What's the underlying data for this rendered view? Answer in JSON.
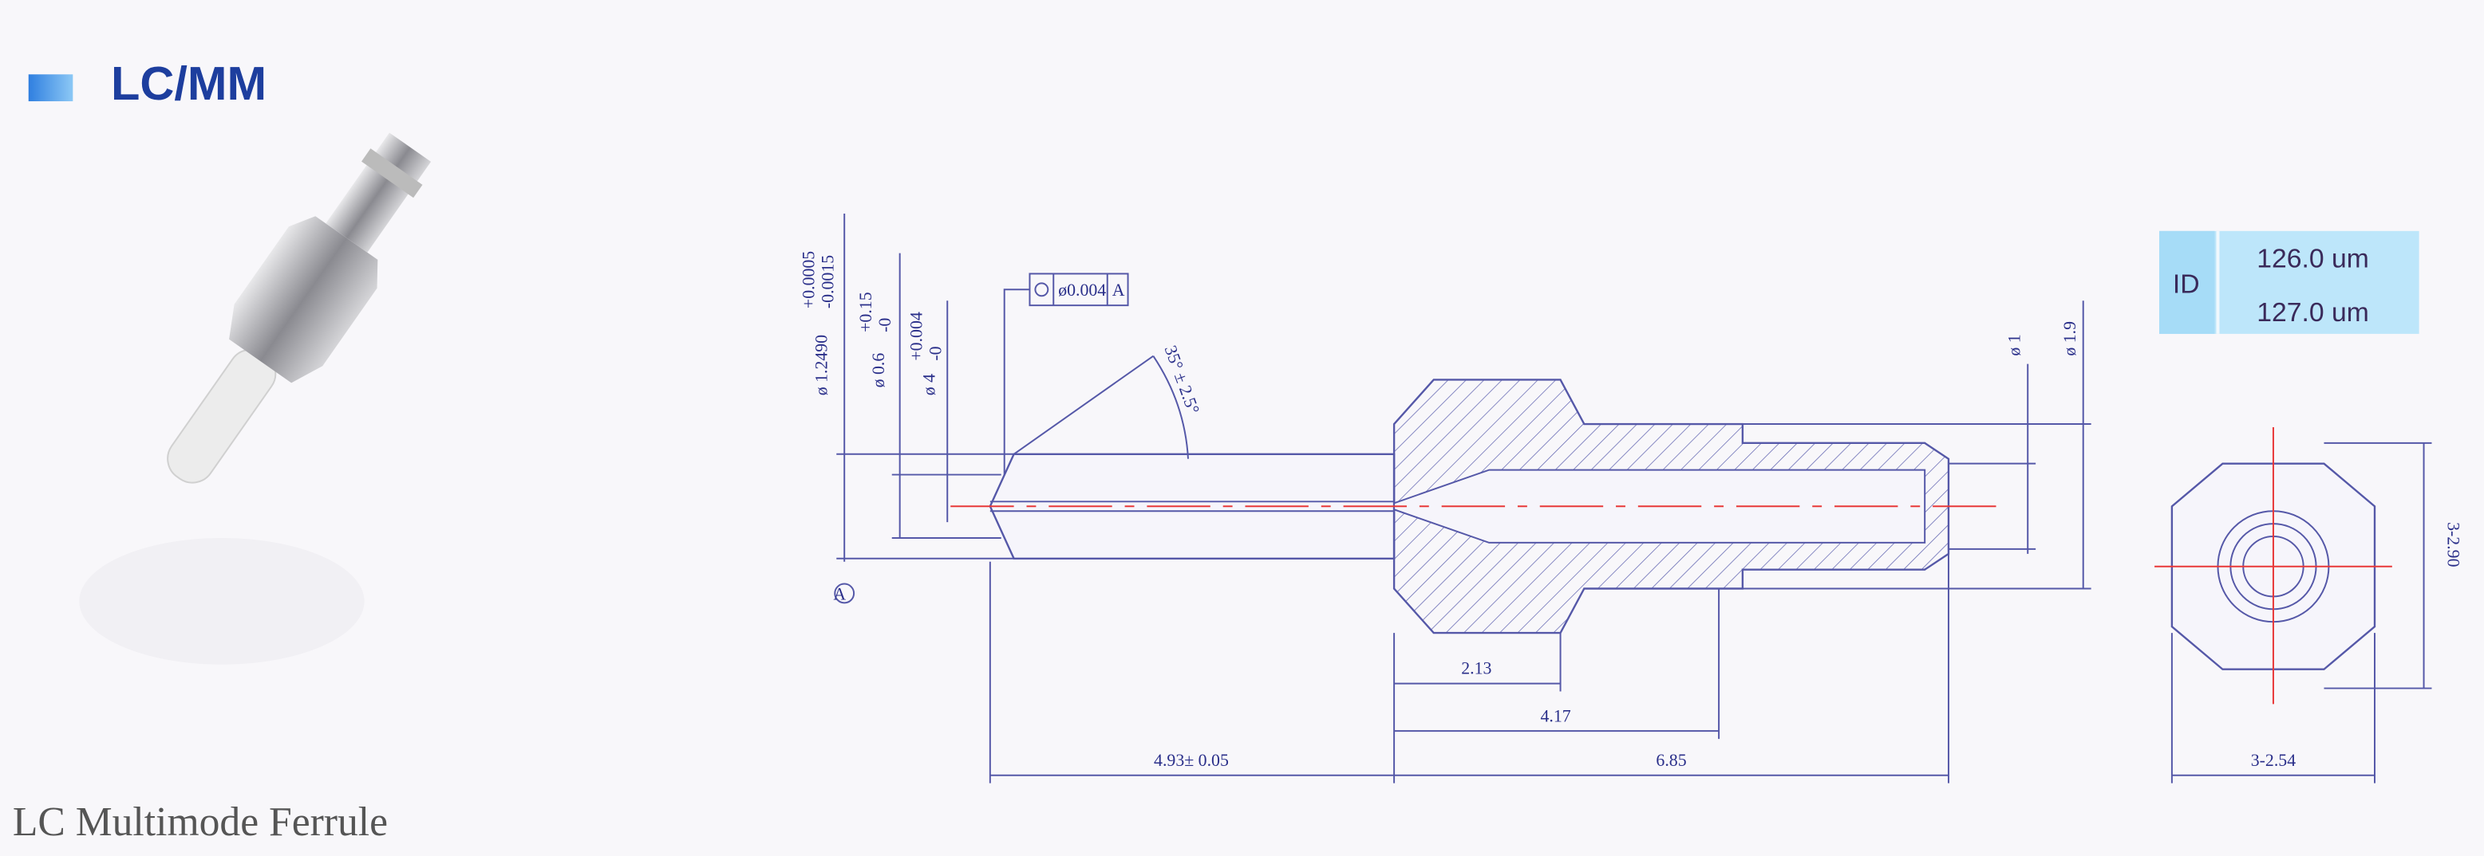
{
  "header": {
    "title": "LC/MM",
    "icon": "blue-square-icon"
  },
  "product": {
    "caption": "LC Multimode Ferrule"
  },
  "drawing": {
    "dims": {
      "outer_dia": "ø 1.2490",
      "outer_tol_plus": "+0.0005",
      "outer_tol_minus": "-0.0015",
      "chamfer_dia": "ø 0.6",
      "chamfer_tol_plus": "+0.15",
      "chamfer_tol_minus": "-0",
      "bore_dia": "ø 4",
      "bore_tol_plus": "+0.004",
      "bore_tol_minus": "-0",
      "concentricity": "ø0.004",
      "datum": "A",
      "angle": "35° ± 2.5°",
      "rear_inner": "ø 1",
      "rear_outer": "ø 1.9",
      "d_2_13": "2.13",
      "d_4_17": "4.17",
      "d_4_93": "4.93± 0.05",
      "d_6_85": "6.85",
      "hex_height": "3-2.90",
      "hex_width": "3-2.54"
    },
    "accent": "#e83838"
  },
  "id_table": {
    "label": "ID",
    "values": [
      "126.0 um",
      "127.0 um"
    ],
    "bg": "#bde6fa",
    "label_bg": "#a6dcf7"
  }
}
